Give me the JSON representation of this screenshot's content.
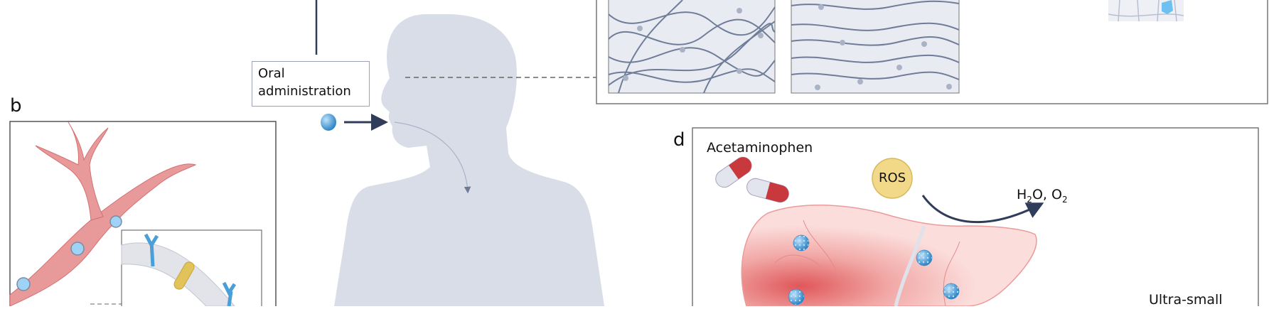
{
  "labels": {
    "oral_administration": "Oral administration",
    "panel_b": "b",
    "panel_d": "d",
    "acetaminophen": "Acetaminophen",
    "ros": "ROS",
    "products_h2o": "H",
    "products_h2o_sub": "2",
    "products_rest": "O, O",
    "products_o2_sub": "2",
    "ultra_small": "Ultra-small"
  },
  "colors": {
    "silhouette": "#d9dde8",
    "vessel": "#e89a9a",
    "nanoparticle": "#4a9fd8",
    "ros": "#f2d98a",
    "liver": "#f6c7c4",
    "arrow": "#2f3c5a"
  }
}
